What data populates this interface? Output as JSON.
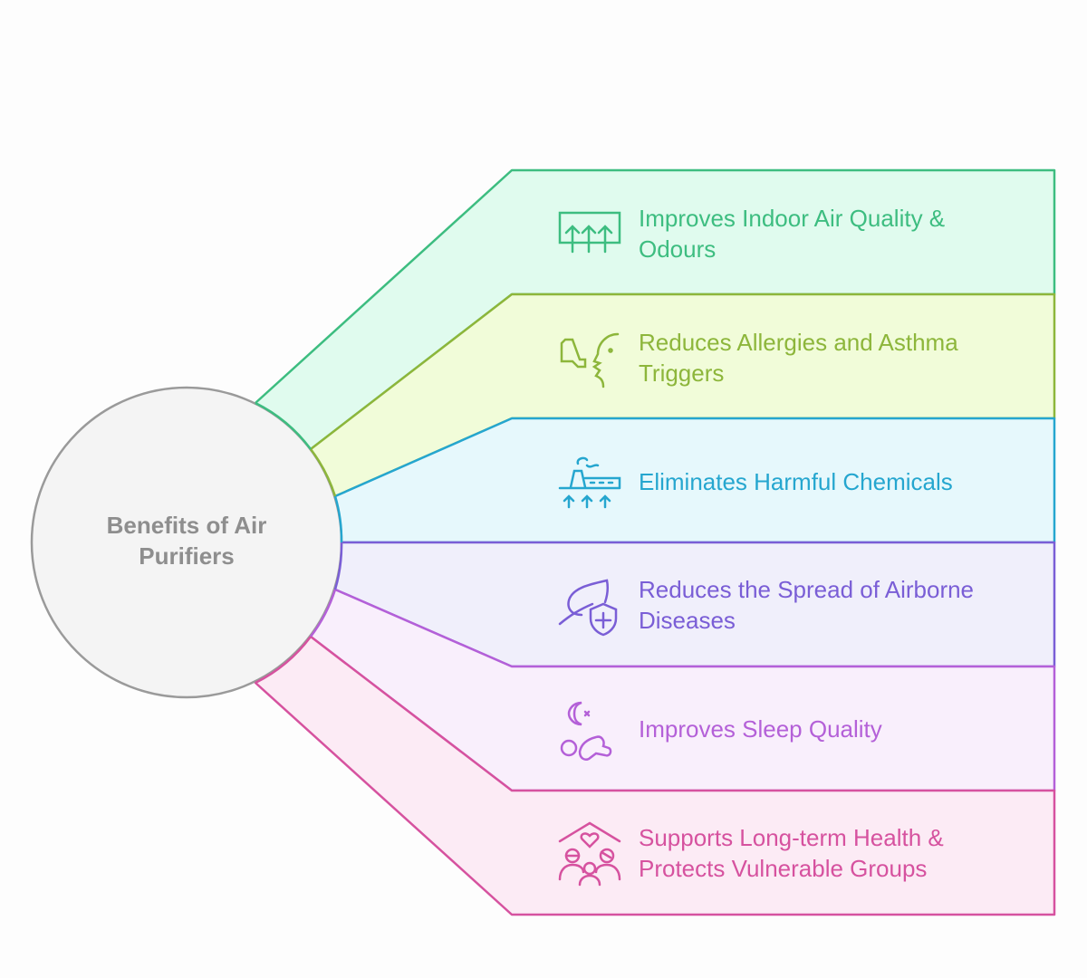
{
  "title": "Benefits of Air Purifiers",
  "items": [
    {
      "label": "Improves Indoor Air Quality & Odours",
      "icon": "air-vent-icon",
      "color": "#3dbd80",
      "fill": "#e0fbee"
    },
    {
      "label": "Reduces Allergies and Asthma Triggers",
      "icon": "inhaler-icon",
      "color": "#8db63b",
      "fill": "#f1fcd9"
    },
    {
      "label": "Eliminates Harmful Chemicals",
      "icon": "factory-icon",
      "color": "#25a6cf",
      "fill": "#e6f8fc"
    },
    {
      "label": "Reduces the Spread of Airborne Diseases",
      "icon": "leaf-shield-icon",
      "color": "#7a5ed6",
      "fill": "#f0effb"
    },
    {
      "label": "Improves Sleep Quality",
      "icon": "sleep-icon",
      "color": "#b460d8",
      "fill": "#f9effc"
    },
    {
      "label": "Supports Long-term Health & Protects Vulnerable Groups",
      "icon": "family-home-icon",
      "color": "#d6529f",
      "fill": "#fcebf5"
    }
  ]
}
